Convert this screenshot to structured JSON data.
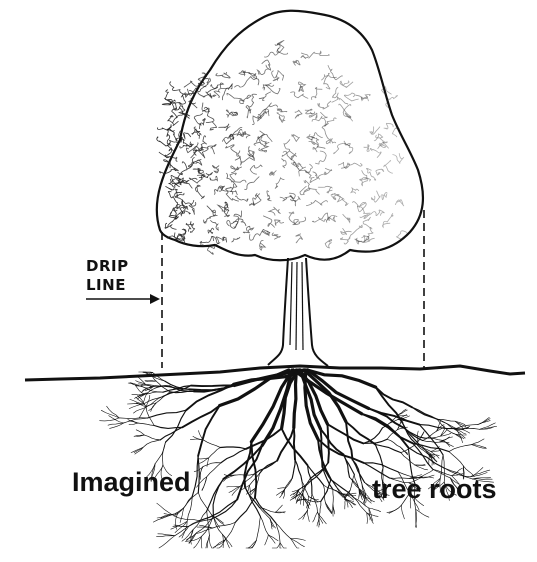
{
  "labels": {
    "drip_line_1": "DRIP",
    "drip_line_2": "LINE",
    "caption_left": "Imagined",
    "caption_right": "tree roots"
  },
  "colors": {
    "ink": "#111111",
    "background": "#ffffff"
  }
}
